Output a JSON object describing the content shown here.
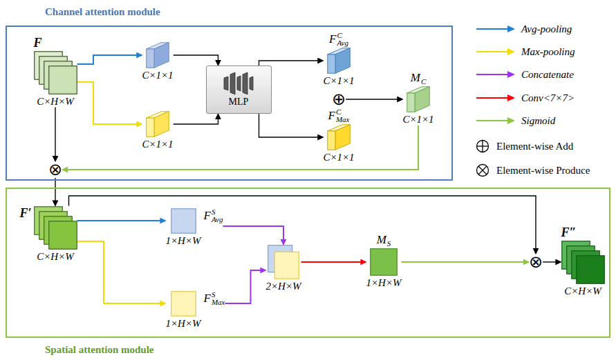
{
  "diagram": {
    "nodes": [
      {
        "text": [
          "Channel attention module"
        ]
      },
      {
        "text": [
          "F",
          "C×H×W"
        ],
        "in": 0
      },
      {
        "text": [
          "C×1×1"
        ],
        "in": 0
      },
      {
        "text": [
          "C×1×1"
        ],
        "in": 0
      },
      {
        "text": [
          "MLP"
        ],
        "in": 0
      },
      {
        "text": [
          "F",
          "Avg",
          "C",
          "C×1×1"
        ],
        "in": 0
      },
      {
        "text": [
          "⊕"
        ],
        "in": 0
      },
      {
        "text": [
          "F",
          "Max",
          "C",
          "C×1×1"
        ],
        "in": 0
      },
      {
        "text": [
          "M",
          "C",
          "C×1×1"
        ],
        "in": 0
      },
      {
        "text": [
          "⊗"
        ],
        "in": 0
      },
      {
        "text": [
          "Spatial attention module"
        ]
      },
      {
        "text": [
          "F′",
          "C×H×W"
        ],
        "in": 10
      },
      {
        "text": [
          "F",
          "Avg",
          "S",
          "1×H×W"
        ],
        "in": 10
      },
      {
        "text": [
          "F",
          "Max",
          "S",
          "1×H×W"
        ],
        "in": 10
      },
      {
        "text": [
          "2×H×W"
        ],
        "in": 10
      },
      {
        "text": [
          "M",
          "S",
          "1×H×W"
        ],
        "in": 10
      },
      {
        "text": [
          "⊗"
        ],
        "in": 10
      },
      {
        "text": [
          "F″",
          "C×H×W"
        ],
        "in": 10
      }
    ],
    "edges": [
      {
        "from": 1,
        "to": 2,
        "arrow": "to"
      },
      {
        "from": 1,
        "to": 3,
        "arrow": "to"
      },
      {
        "from": 2,
        "to": 4,
        "arrow": "to"
      },
      {
        "from": 3,
        "to": 4,
        "arrow": "to"
      },
      {
        "from": 4,
        "to": 5,
        "arrow": "to"
      },
      {
        "from": 4,
        "to": 7,
        "arrow": "to"
      },
      {
        "from": 6,
        "to": 8,
        "arrow": "to"
      },
      {
        "from": 8,
        "to": 9,
        "arrow": "to"
      },
      {
        "from": 1,
        "to": 9,
        "arrow": "to"
      },
      {
        "from": 9,
        "to": 11,
        "arrow": "to"
      },
      {
        "from": 11,
        "to": 12,
        "arrow": "to"
      },
      {
        "from": 11,
        "to": 13,
        "arrow": "to"
      },
      {
        "from": 12,
        "to": 14,
        "arrow": "to"
      },
      {
        "from": 13,
        "to": 14,
        "arrow": "to"
      },
      {
        "from": 14,
        "to": 15,
        "arrow": "to"
      },
      {
        "from": 15,
        "to": 16,
        "arrow": "to"
      },
      {
        "from": 11,
        "to": 16,
        "arrow": "to"
      },
      {
        "from": 16,
        "to": 17,
        "arrow": "to"
      }
    ],
    "legend": [
      {
        "text": "Avg-pooling"
      },
      {
        "text": "Max-pooling"
      },
      {
        "text": "Concatenate"
      },
      {
        "text": "Conv<7×7>"
      },
      {
        "text": "Sigmoid"
      },
      {
        "text": "Element-wise Add"
      },
      {
        "text": "Element-wise Produce"
      }
    ]
  }
}
